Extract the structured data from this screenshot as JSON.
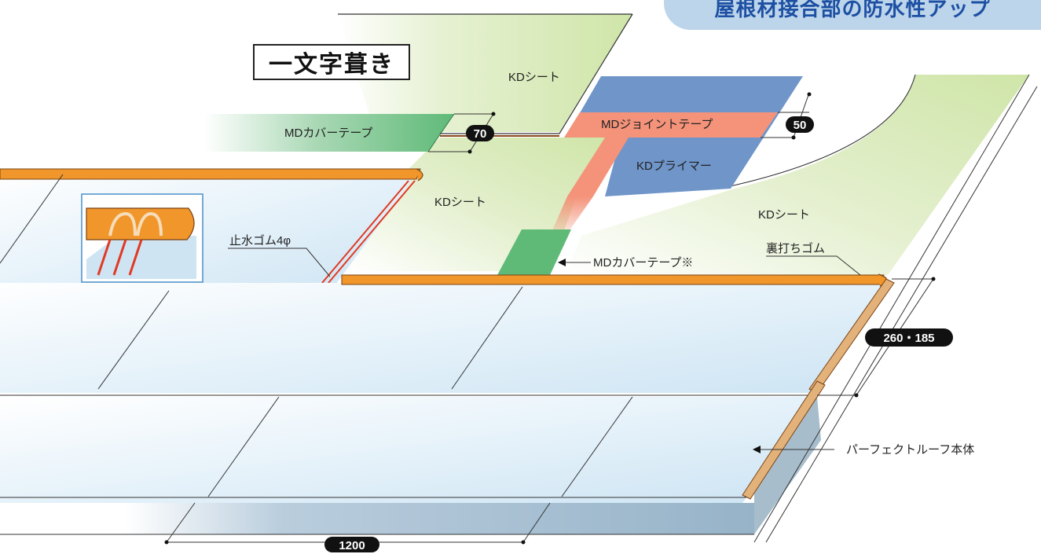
{
  "title": "一文字葺き",
  "banner": "屋根材接合部の防水性アップ",
  "labels": {
    "kd_sheet_top": "KDシート",
    "kd_sheet_mid": "KDシート",
    "kd_sheet_right": "KDシート",
    "md_cover_tape": "MDカバーテープ",
    "md_cover_tape_note": "MDカバーテープ※",
    "md_joint_tape": "MDジョイントテープ",
    "kd_primer": "KDプライマー",
    "water_stop_rubber": "止水ゴム4φ",
    "backing_rubber": "裏打ちゴム",
    "roof_body": "パーフェクトルーフ本体"
  },
  "dimensions": {
    "overlap_70": "70",
    "overlap_50": "50",
    "width": "260・185",
    "length": "1200"
  },
  "colors": {
    "kd_sheet": "#cfe5a8",
    "md_cover_tape": "#5fba78",
    "md_joint_tape": "#f4937a",
    "kd_primer": "#6f95c9",
    "rubber_orange": "#f0962a",
    "roof_panel": "#d4e9f5",
    "roof_edge": "#9fb9cc",
    "water_stop_red": "#e03a24"
  }
}
